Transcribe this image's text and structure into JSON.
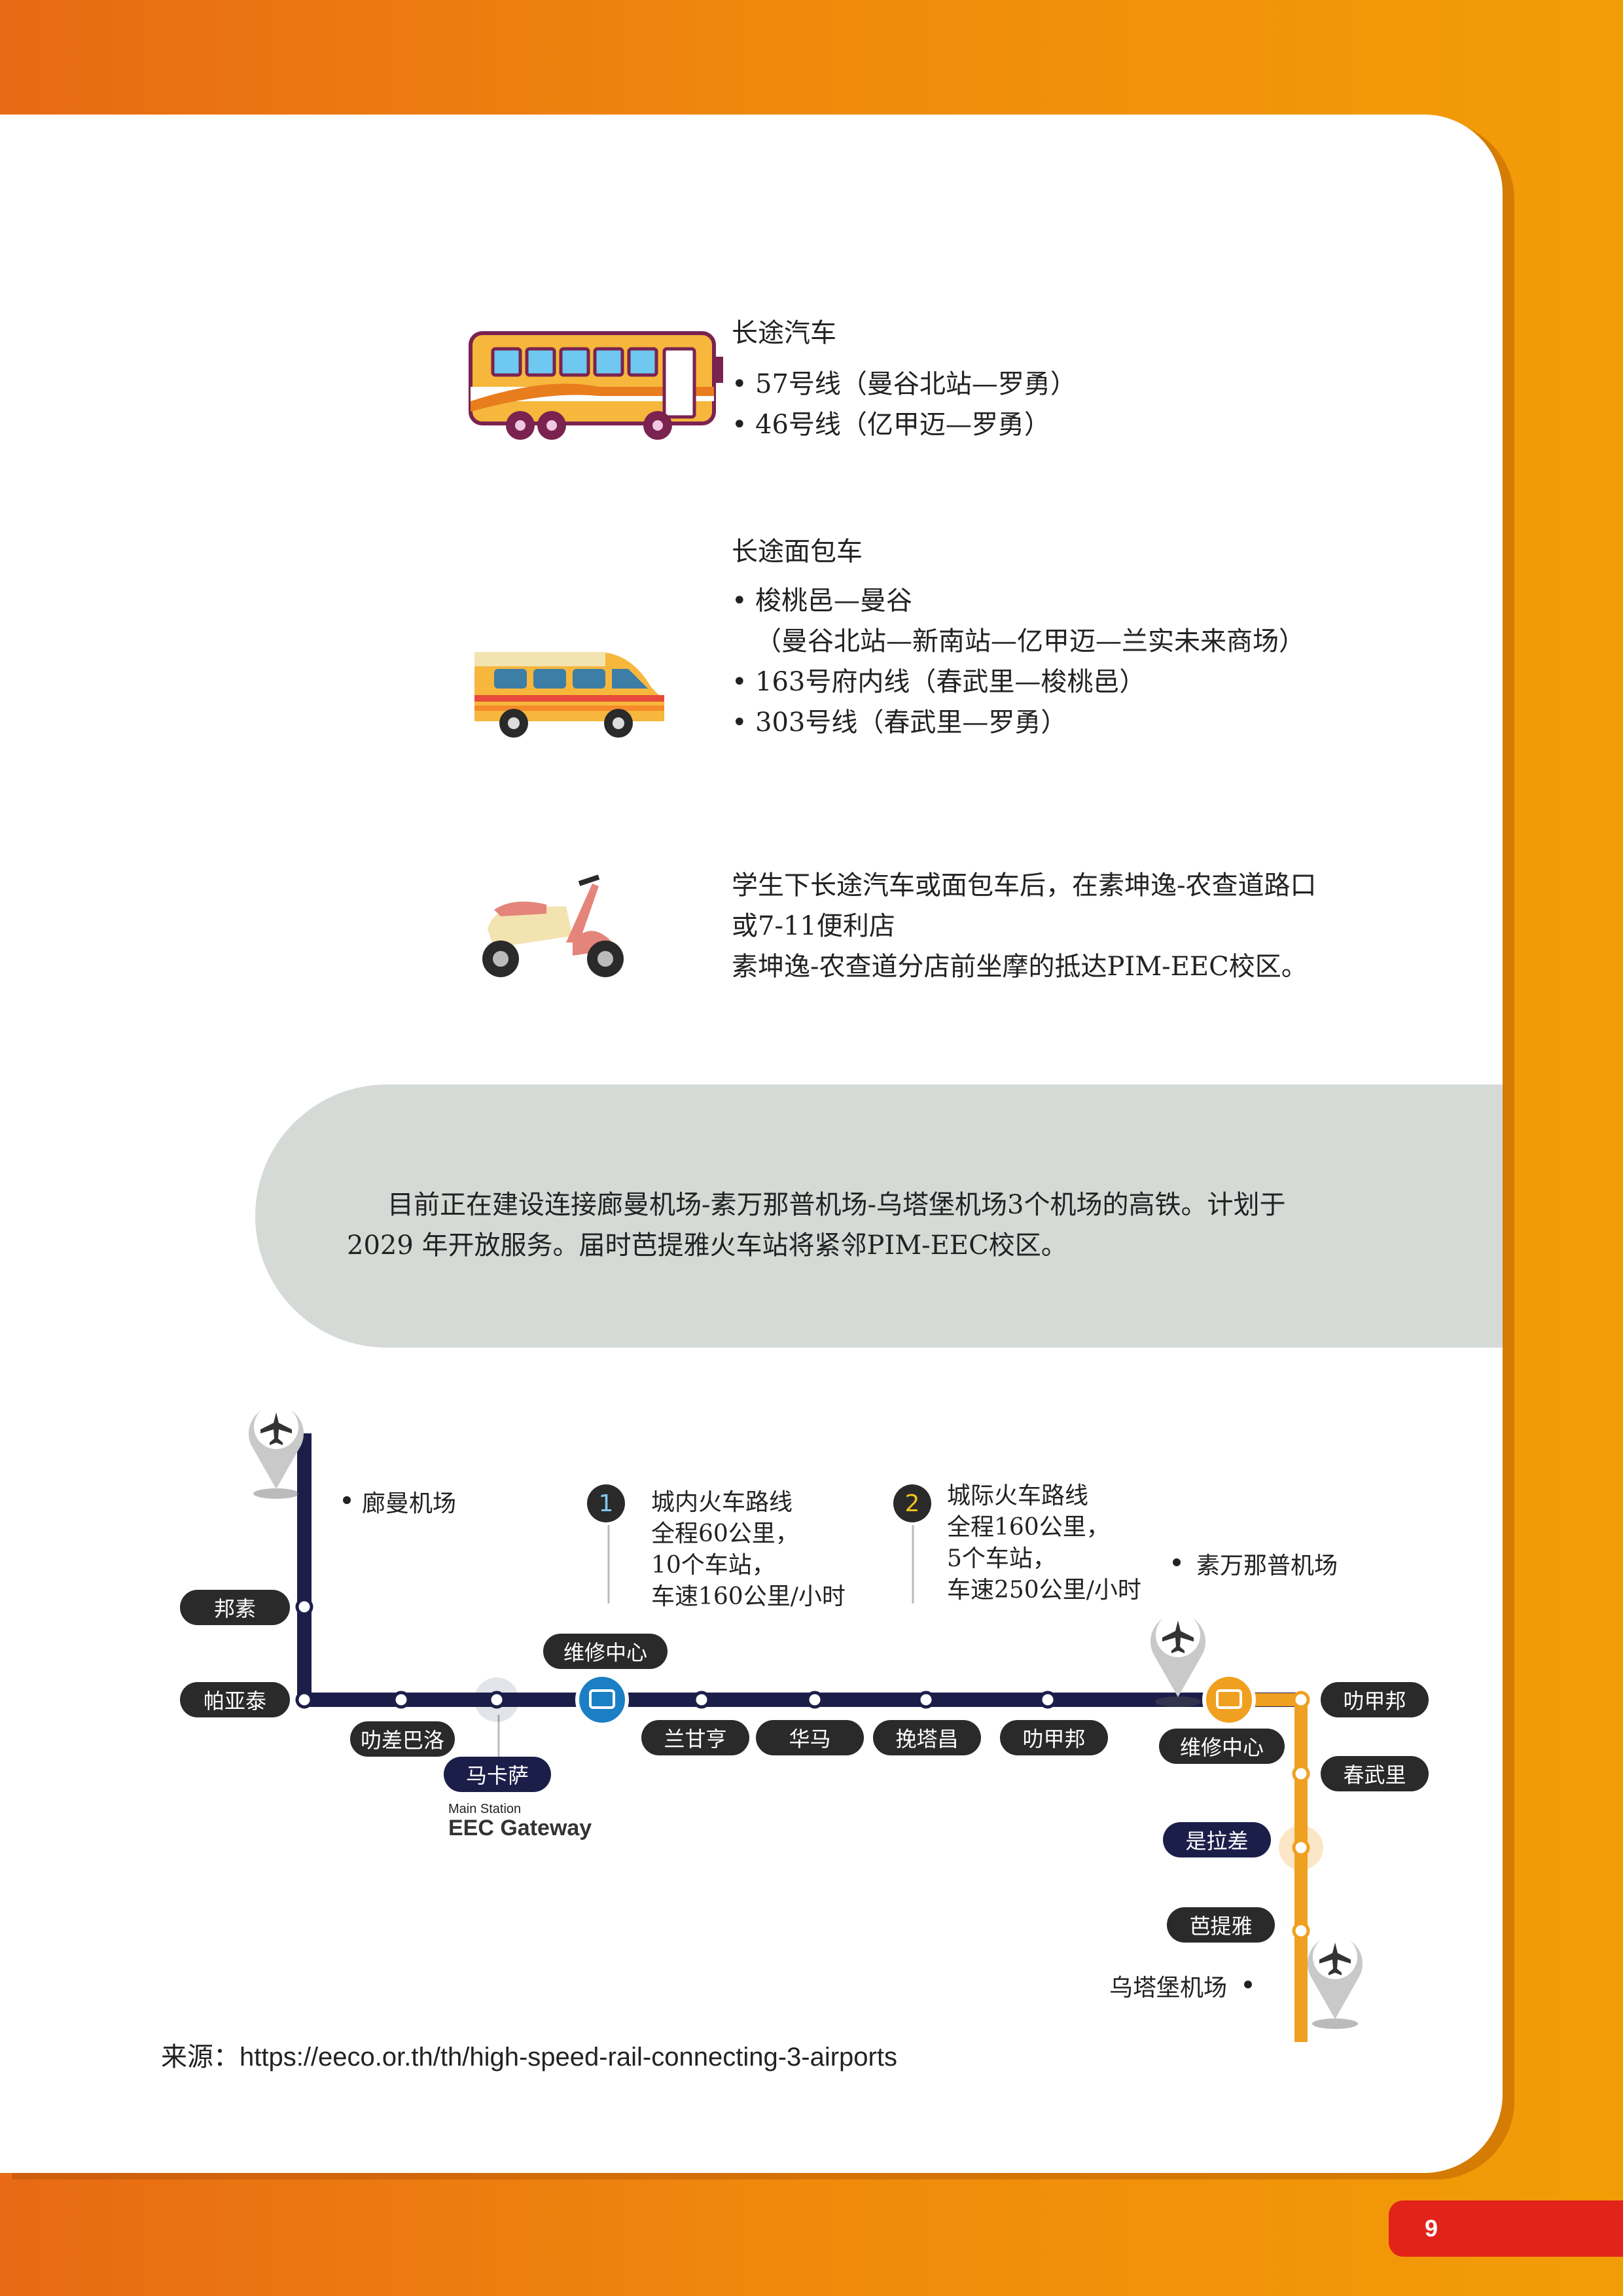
{
  "bus": {
    "title": "长途汽车",
    "items": [
      "57号线（曼谷北站—罗勇）",
      "46号线（亿甲迈—罗勇）"
    ]
  },
  "van": {
    "title": "长途面包车",
    "item1": "梭桃邑—曼谷",
    "item1_sub": "（曼谷北站—新南站—亿甲迈—兰实未来商场）",
    "item2": "163号府内线（春武里—梭桃邑）",
    "item3": "303号线（春武里—罗勇）"
  },
  "moto": {
    "line1": "学生下长途汽车或面包车后，在素坤逸-农查道路口",
    "line2": "或7-11便利店",
    "line3": "素坤逸-农查道分店前坐摩的抵达PIM-EEC校区。"
  },
  "banner": {
    "text": "目前正在建设连接廊曼机场-素万那普机场-乌塔堡机场3个机场的高铁。计划于2029 年开放服务。届时芭提雅火车站将紧邻PIM-EEC校区。"
  },
  "map": {
    "airport_donmueang": "廊曼机场",
    "airport_suvarnabhumi": "素万那普机场",
    "airport_utapao": "乌塔堡机场",
    "route1": {
      "num": "1",
      "l1": "城内火车路线",
      "l2": "全程60公里，",
      "l3": "10个车站，",
      "l4": "车速160公里/小时"
    },
    "route2": {
      "num": "2",
      "l1": "城际火车路线",
      "l2": "全程160公里，",
      "l3": "5个车站，",
      "l4": "车速250公里/小时"
    },
    "stations": {
      "bangsue": "邦素",
      "phayathai": "帕亚泰",
      "ratchaprarop": "叻差巴洛",
      "makkasan": "马卡萨",
      "depot1": "维修中心",
      "ramkhamhaeng": "兰甘亨",
      "huamak": "华马",
      "bantabchang": "挽塔昌",
      "latkrabang": "叻甲邦",
      "depot2": "维修中心",
      "chachoengsao": "叻甲邦",
      "chonburi": "春武里",
      "sriracha": "是拉差",
      "pattaya": "芭提雅"
    },
    "gateway_small": "Main Station",
    "gateway_big": "EEC Gateway",
    "colors": {
      "city_line": "#1c1e4a",
      "intercity_line": "#f0a020",
      "depot": "#1a7fc4"
    }
  },
  "source": "来源：https://eeco.or.th/th/high-speed-rail-connecting-3-airports",
  "page_number": "9"
}
